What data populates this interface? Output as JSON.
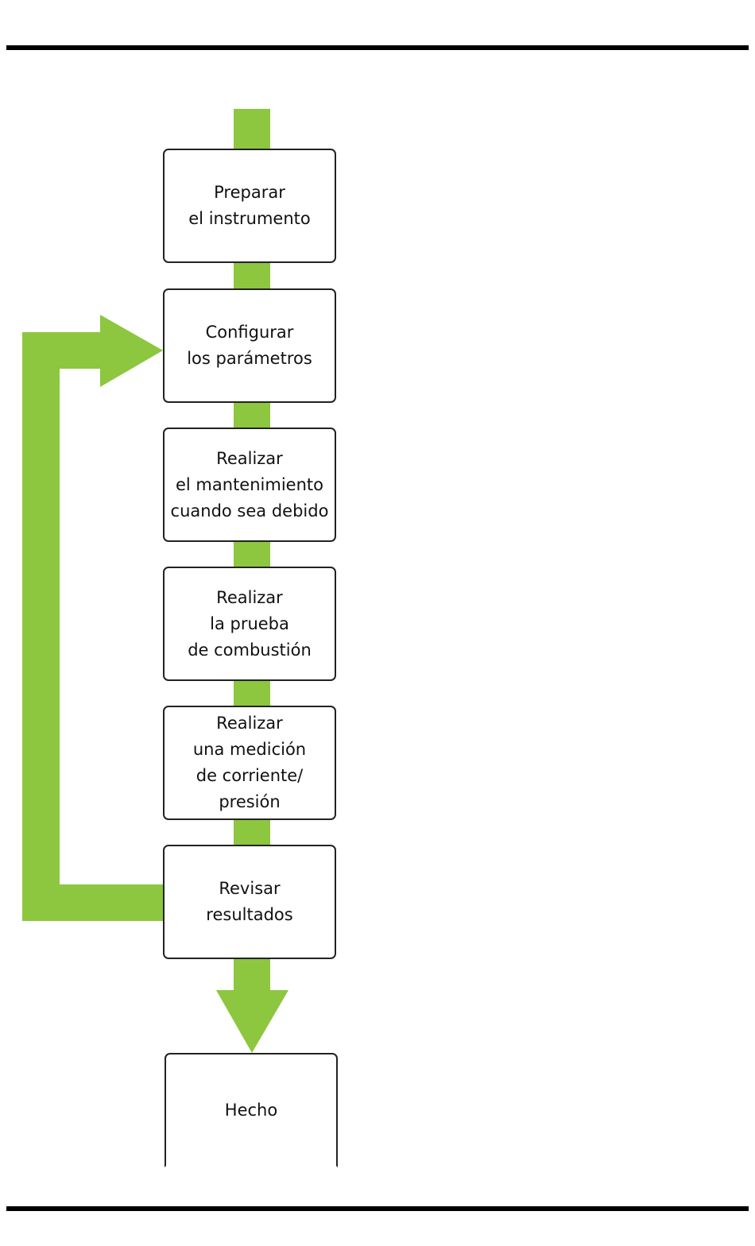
{
  "colors": {
    "arrow": "#8dc63f",
    "rule": "#000000",
    "box_border": "#222222"
  },
  "steps": [
    {
      "label": "Preparar\nel instrumento"
    },
    {
      "label": "Configurar\nlos parámetros"
    },
    {
      "label": "Realizar\nel mantenimiento\ncuando sea debido"
    },
    {
      "label": "Realizar\nla prueba\nde combustión"
    },
    {
      "label": "Realizar\nuna medición\nde corriente/\npresión"
    },
    {
      "label": "Revisar\nresultados"
    }
  ],
  "done": {
    "label": "Hecho"
  }
}
